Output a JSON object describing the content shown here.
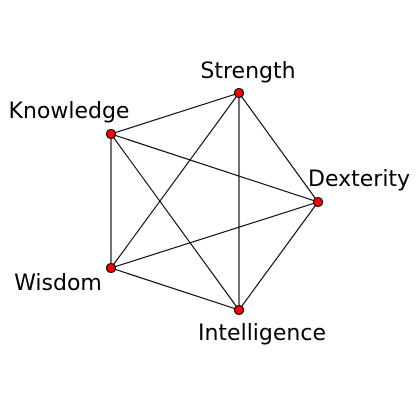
{
  "diagram": {
    "type": "complete-graph",
    "node_color": "#ff0000",
    "edge_color": "#000000",
    "nodes": [
      {
        "id": "strength",
        "label": "Strength"
      },
      {
        "id": "dexterity",
        "label": "Dexterity"
      },
      {
        "id": "intelligence",
        "label": "Intelligence"
      },
      {
        "id": "wisdom",
        "label": "Wisdom"
      },
      {
        "id": "knowledge",
        "label": "Knowledge"
      }
    ],
    "edges": [
      [
        "strength",
        "dexterity"
      ],
      [
        "strength",
        "intelligence"
      ],
      [
        "strength",
        "wisdom"
      ],
      [
        "strength",
        "knowledge"
      ],
      [
        "dexterity",
        "intelligence"
      ],
      [
        "dexterity",
        "wisdom"
      ],
      [
        "dexterity",
        "knowledge"
      ],
      [
        "intelligence",
        "wisdom"
      ],
      [
        "intelligence",
        "knowledge"
      ],
      [
        "wisdom",
        "knowledge"
      ]
    ]
  }
}
